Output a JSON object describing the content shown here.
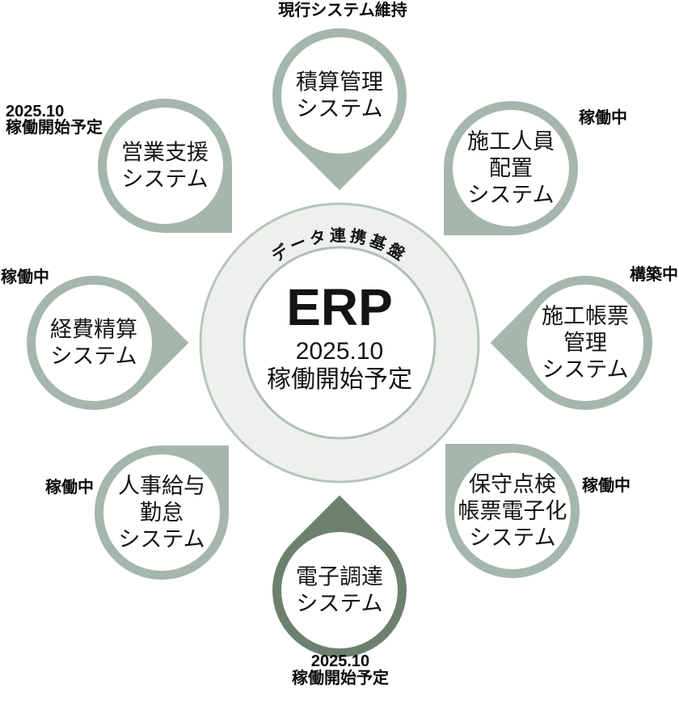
{
  "hub": {
    "ring_label": "データ連携基盤",
    "title": "ERP",
    "schedule": [
      "2025.10",
      "稼働開始予定"
    ]
  },
  "satellites": [
    {
      "id": "estimation-system",
      "position": "top",
      "label_lines": [
        "積算管理",
        "システム"
      ],
      "status_lines": [
        "現行システム維持"
      ],
      "theme": "default"
    },
    {
      "id": "construction-staffing-system",
      "position": "top-right",
      "label_lines": [
        "施工人員",
        "配置",
        "システム"
      ],
      "status_lines": [
        "稼働中"
      ],
      "theme": "default"
    },
    {
      "id": "construction-forms-system",
      "position": "right",
      "label_lines": [
        "施工帳票",
        "管理",
        "システム"
      ],
      "status_lines": [
        "構築中"
      ],
      "theme": "default"
    },
    {
      "id": "maintenance-inspection-forms-system",
      "position": "bottom-right",
      "label_lines": [
        "保守点検",
        "帳票電子化",
        "システム"
      ],
      "status_lines": [
        "稼働中"
      ],
      "theme": "default"
    },
    {
      "id": "e-procurement-system",
      "position": "bottom",
      "label_lines": [
        "電子調達",
        "システム"
      ],
      "status_lines": [
        "2025.10",
        "稼働開始予定"
      ],
      "theme": "accent"
    },
    {
      "id": "hr-payroll-attendance-system",
      "position": "bottom-left",
      "label_lines": [
        "人事給与",
        "勤怠",
        "システム"
      ],
      "status_lines": [
        "稼働中"
      ],
      "theme": "default"
    },
    {
      "id": "expense-settlement-system",
      "position": "left",
      "label_lines": [
        "経費精算",
        "システム"
      ],
      "status_lines": [
        "稼働中"
      ],
      "theme": "default"
    },
    {
      "id": "sales-support-system",
      "position": "top-left",
      "label_lines": [
        "営業支援",
        "システム"
      ],
      "status_lines": [
        "2025.10",
        "稼働開始予定"
      ],
      "theme": "default"
    }
  ],
  "colors": {
    "pin_default": "#a5b6ac",
    "pin_accent": "#6d806e",
    "hub_fill": "#eef0ed",
    "hub_border": "#b8c5bb",
    "hub_inner_border": "#b0bfb5",
    "text": "#141414",
    "background": "#ffffff"
  }
}
